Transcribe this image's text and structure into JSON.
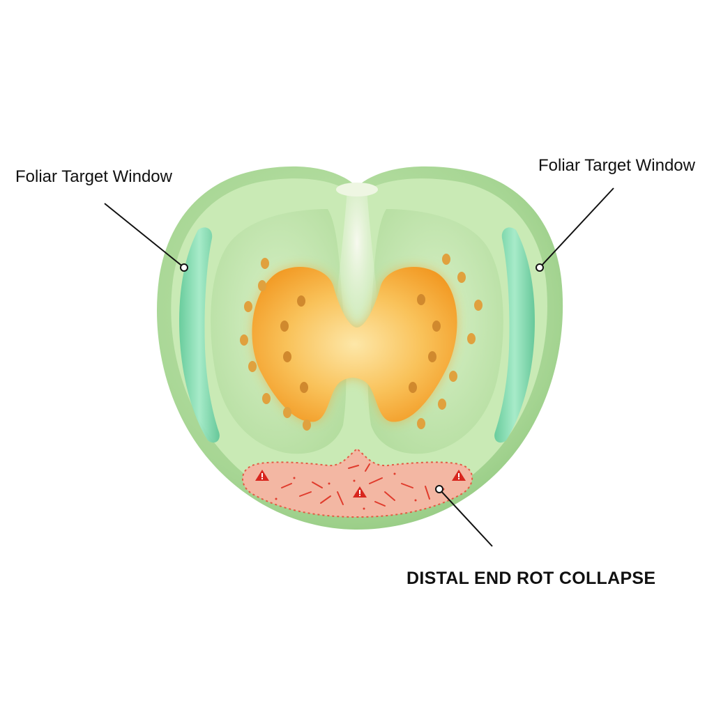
{
  "labels": {
    "left": "Foliar Target Window",
    "right": "Foliar Target Window",
    "bottom": "DISTAL END ROT COLLAPSE"
  },
  "colors": {
    "skin": "#a6d593",
    "flesh": "#cfeebd",
    "cavity": "#b8e2a2",
    "gel_core": "#f6a92d",
    "window": "#7fd8b0",
    "rot_zone": "#f3b7a3",
    "rot_lesion": "#e03b2c",
    "seed": "#e0a13e",
    "callout_line": "#111111"
  },
  "icons": {
    "warning": "warning-triangle-icon"
  }
}
